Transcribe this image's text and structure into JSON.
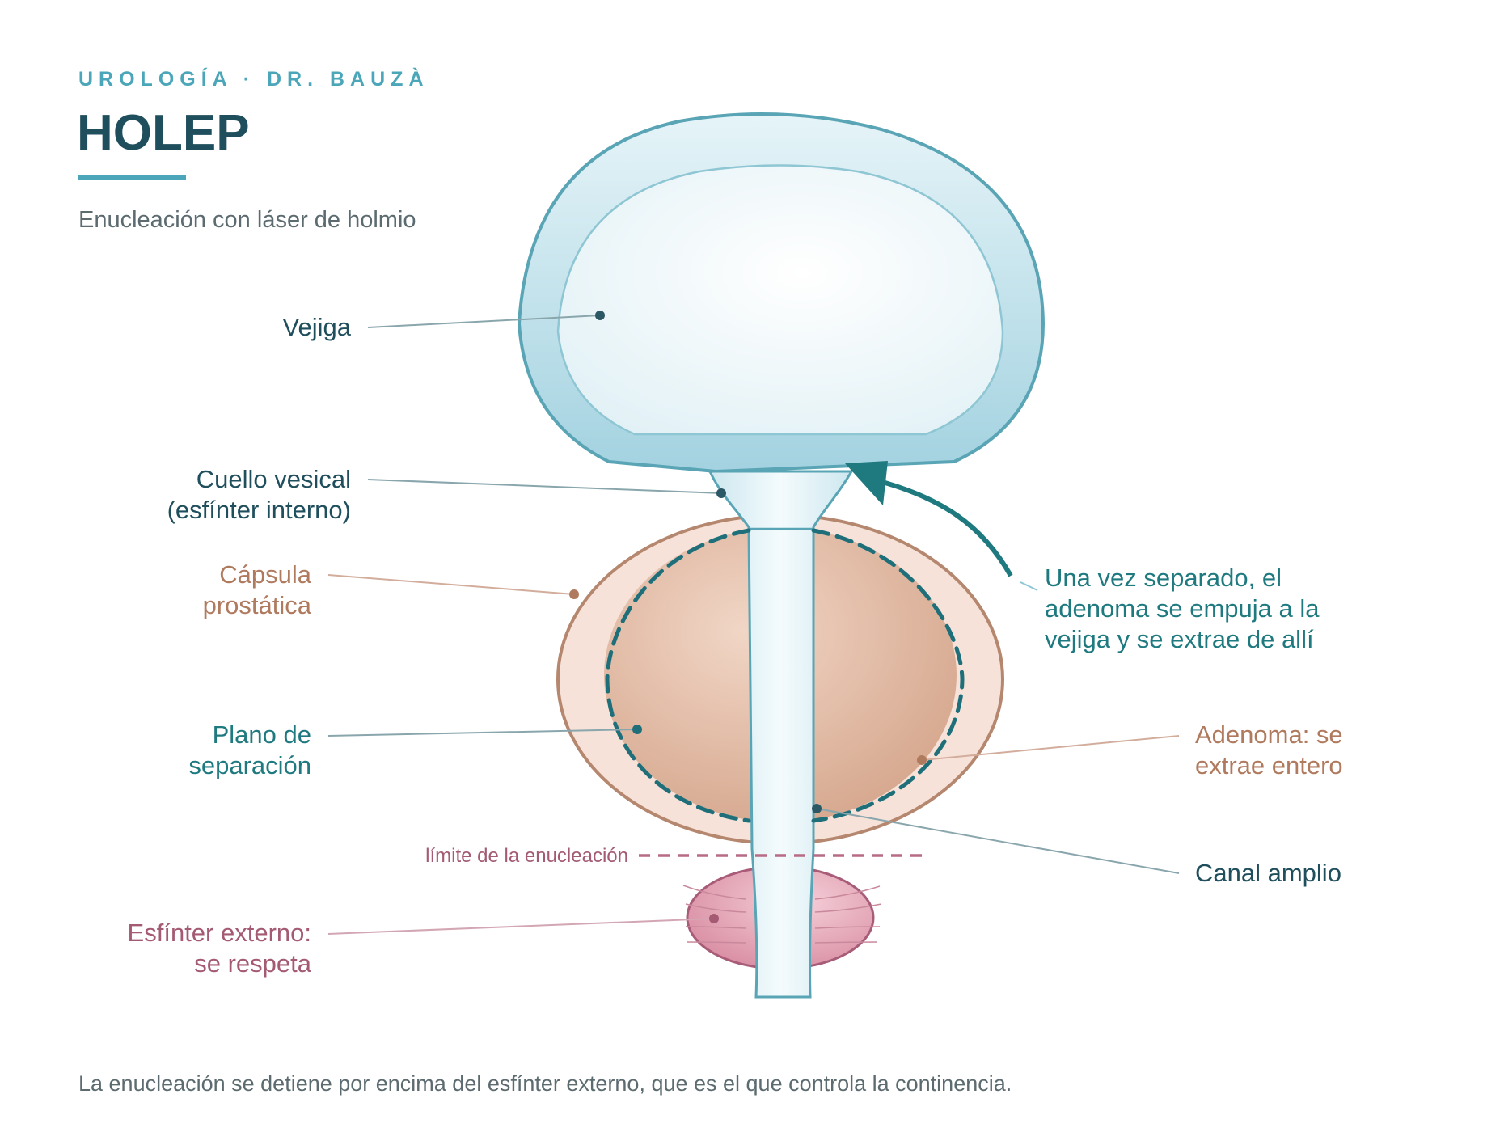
{
  "header": {
    "eyebrow": "UROLOGÍA · DR. BAUZÀ",
    "title": "HOLEP",
    "subtitle": "Enucleación con láser de holmio"
  },
  "labels": {
    "vejiga": "Vejiga",
    "cuello_1": "Cuello vesical",
    "cuello_2": "(esfínter interno)",
    "capsula_1": "Cápsula",
    "capsula_2": "prostática",
    "plano_1": "Plano de",
    "plano_2": "separación",
    "esfinter_1": "Esfínter externo:",
    "esfinter_2": "se respeta",
    "limite": "límite de la enucleación",
    "nota_1": "Una vez separado, el",
    "nota_2": "adenoma se empuja a la",
    "nota_3": "vejiga y se extrae de allí",
    "adenoma_1": "Adenoma: se",
    "adenoma_2": "extrae entero",
    "canal": "Canal amplio"
  },
  "footer": {
    "note": "La enucleación se detiene por encima del esfínter externo, que es el que controla la continencia."
  },
  "colors": {
    "dark_teal": "#1f4e5c",
    "teal": "#1f7a80",
    "accent_cyan": "#4aa6b8",
    "brown": "#b07a5e",
    "pink": "#a35a72",
    "gray_text": "#5c6b70"
  }
}
